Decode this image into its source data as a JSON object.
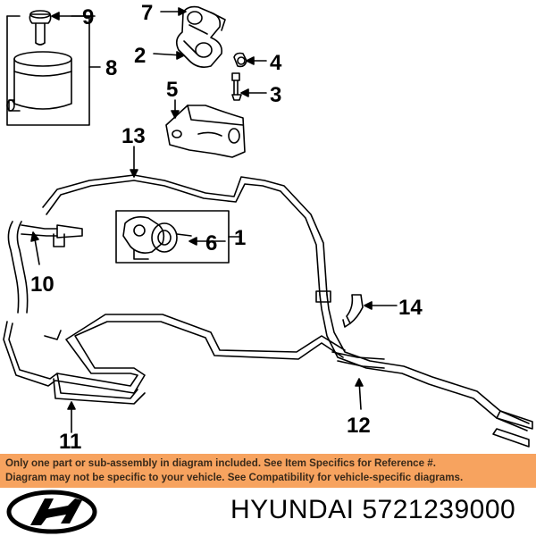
{
  "callouts": {
    "c1": "1",
    "c2": "2",
    "c3": "3",
    "c4": "4",
    "c5": "5",
    "c6": "6",
    "c7": "7",
    "c8": "8",
    "c9": "9",
    "c10": "10",
    "c11": "11",
    "c12": "12",
    "c13": "13",
    "c14": "14"
  },
  "notice": {
    "line1": "Only one part or sub-assembly in diagram included. See Item Specifics for Reference #.",
    "line2": "Diagram may not be specific to your vehicle. See Compatibility for vehicle-specific diagrams."
  },
  "footer": {
    "brand": "HYUNDAI",
    "part_number": "5721239000",
    "logo_icon": "hyundai-logo-icon"
  },
  "colors": {
    "banner": "#f7a35f",
    "ink": "#000000"
  }
}
